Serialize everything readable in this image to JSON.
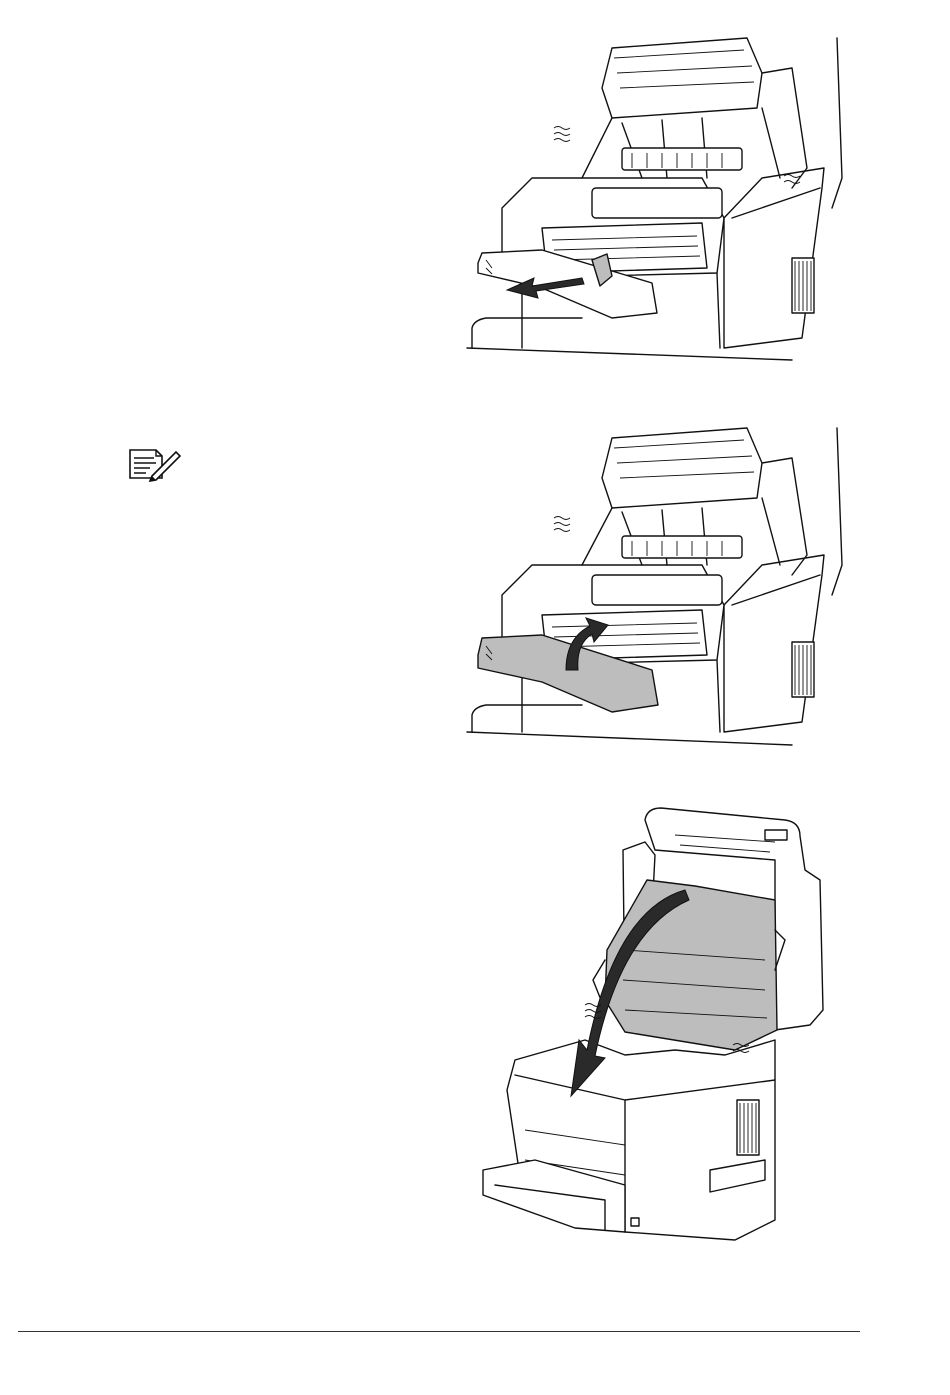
{
  "page": {
    "figures": [
      {
        "icon": "printer-fuser-jam-removal-illustration"
      },
      {
        "icon": "printer-close-fuser-cover-illustration"
      },
      {
        "icon": "printer-close-top-cover-illustration"
      }
    ],
    "note": {
      "icon": "note-pencil-icon"
    }
  },
  "colors": {
    "line": "#111111",
    "shade": "#bdbdbd",
    "arrow": "#1a1a1a"
  }
}
